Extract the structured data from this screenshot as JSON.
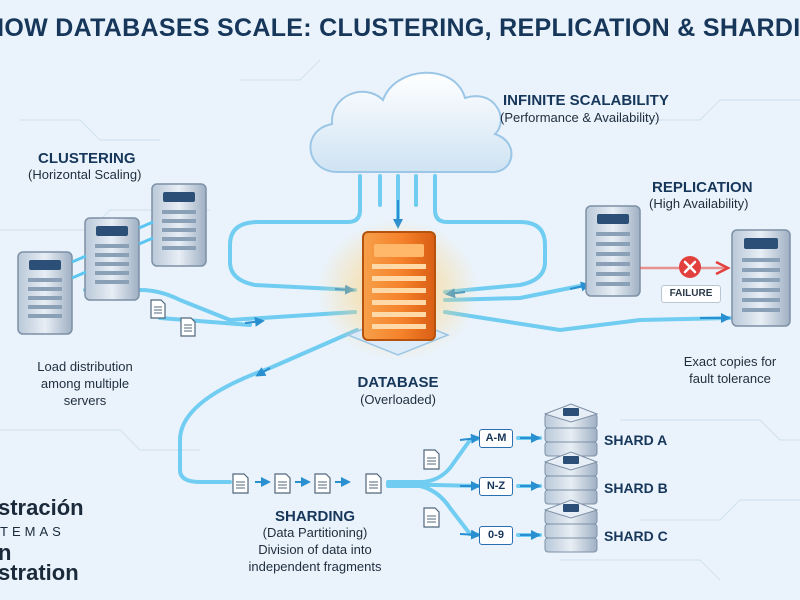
{
  "title": "HOW DATABASES SCALE: CLUSTERING, REPLICATION & SHARDING",
  "cloud": {
    "heading": "INFINITE SCALABILITY",
    "subheading": "(Performance & Availability)"
  },
  "clustering": {
    "heading": "CLUSTERING",
    "subheading": "(Horizontal Scaling)",
    "description_lines": [
      "Load distribution",
      "among multiple",
      "servers"
    ]
  },
  "replication": {
    "heading": "REPLICATION",
    "subheading": "(High Availability)",
    "failure_label": "FAILURE",
    "description_lines": [
      "Exact copies for",
      "fault tolerance"
    ]
  },
  "database": {
    "heading": "DATABASE",
    "subheading": "(Overloaded)"
  },
  "sharding": {
    "heading": "SHARDING",
    "subheading": "(Data Partitioning)",
    "description_lines": [
      "Division of data into",
      "independent fragments"
    ],
    "shards": [
      {
        "range": "A-M",
        "label": "SHARD A"
      },
      {
        "range": "N-Z",
        "label": "SHARD B"
      },
      {
        "range": "0-9",
        "label": "SHARD C"
      }
    ]
  },
  "brand": {
    "line1": "stración",
    "line2": "TEMAS",
    "line3": "n",
    "line4": "stration"
  },
  "colors": {
    "flow": "#5cc6f0",
    "database": "#f5812a",
    "server": "#cfdbe7",
    "failure": "#e2403d",
    "heading": "#16365a"
  }
}
